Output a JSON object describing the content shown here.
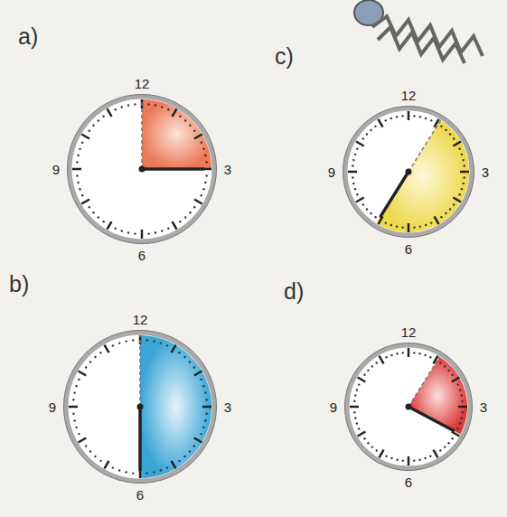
{
  "diagram": {
    "nodes": [
      {
        "text": [
          "12",
          "9",
          "3",
          "6"
        ]
      },
      {
        "text": [
          "12",
          "9",
          "3",
          "6"
        ]
      },
      {
        "text": [
          "12",
          "9",
          "3",
          "6"
        ]
      },
      {
        "text": [
          "12",
          "9",
          "3",
          "6"
        ]
      }
    ],
    "labels": [
      "a)",
      "c)",
      "b)",
      "d)"
    ]
  }
}
